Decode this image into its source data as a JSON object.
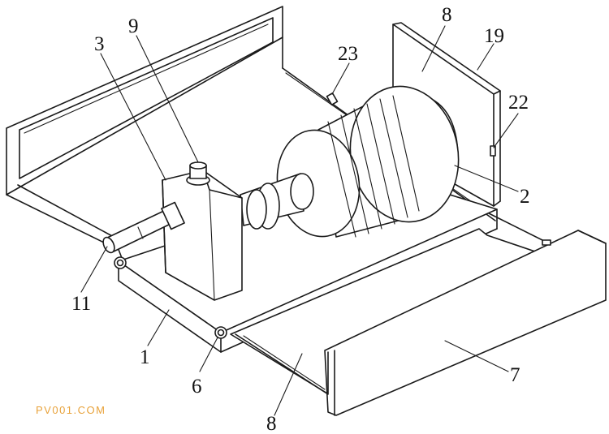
{
  "figure": {
    "labels": [
      "3",
      "9",
      "23",
      "8",
      "19",
      "22",
      "2",
      "11",
      "1",
      "6",
      "8",
      "7"
    ]
  },
  "watermark": {
    "text": "PV001.COM",
    "color": "#e8a23a"
  }
}
